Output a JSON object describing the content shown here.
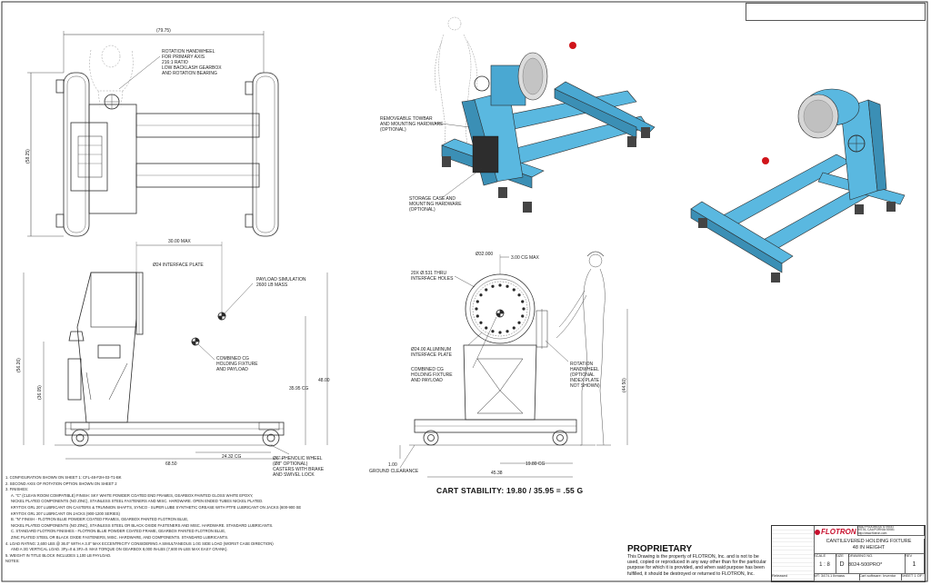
{
  "top_view": {
    "overall_width": "(79.75)",
    "overall_depth": "(58.25)",
    "handwheel_note": "ROTATION HANDWHEEL\nFOR PRIMARY AXIS\n216:1 RATIO\nLOW BACKLASH GEARBOX\nAND ROTATION BEARING"
  },
  "side_view": {
    "max_reach": "30.00 MAX",
    "interface_plate": "Ø24 INTERFACE PLATE",
    "payload_sim": "PAYLOAD SIMULATION\n2600 LB MASS",
    "combined_cg": "COMBINED CG\nHOLDING FIXTURE\nAND PAYLOAD",
    "overall_height": "(56.26)",
    "cg_height_left": "(36.05)",
    "cg_height": "35.95 CG",
    "height_48": "48.00",
    "length": "68.50",
    "cg_x": "24.32 CG",
    "wheel_note": "Ø6\" PHENOLIC WHEEL\n(Ø8\" OPTIONAL)\nCASTERS WITH BRAKE\nAND SWIVEL LOCK"
  },
  "front_view": {
    "plate_dia": "Ø32.000",
    "max_off": "3.00 CG MAX",
    "thru_holes": "20X Ø.531 THRU\nINTERFACE HOLES",
    "alum_plate": "Ø24.00 ALUMINUM\nINTERFACE PLATE",
    "combined_cg": "COMBINED CG\nHOLDING FIXTURE\nAND PAYLOAD",
    "handwheel_note": "ROTATION\nHANDWHEEL\n(OPTIONAL\nINDEX PLATE\nNOT SHOWN)",
    "ground_clearance_val": "1.00",
    "ground_clearance": "GROUND CLEARANCE",
    "width": "45.38",
    "half_width": "19.80 CG",
    "height": "(44.50)"
  },
  "iso_view": {
    "towbar": "REMOVEABLE TOWBAR\nAND MOUNTING HARDWARE\n(OPTIONAL)",
    "storage": "STORAGE CASE AND\nMOUNTING HARDWARE\n(OPTIONAL)"
  },
  "cart_stability": "CART STABILITY: 19.80 / 35.95 = .55 G",
  "notes": [
    "1. CONFIGURATION SHOWN ON SHEET 1: CFL-48-F2H-03-T1-BK",
    "2. SECOND AXIS OF ROTATION OPTION SHOWN ON SHEET 2",
    "3. FINISHES:",
    "A. \"C\" (CLEAN ROOM COMPATIBLE) FINISH: SKY WHITE POWDER COATED END FRAMES, GEARBOX PAINTED GLOSS WHITE EPOXY,",
    "NICKEL PLATED COMPONENTS (NO ZINC), STAINLESS STEEL FASTENERS AND MISC. HARDWARE. OPEN ENDED TUBES NICKEL PLATED.",
    "KRYTOX GRL 207 LUBRICANT ON CASTERS & TRUNNION SHAFTS, SYNCO - SUPER LUBE SYNTHETIC GREASE WITH PTFE LUBRICANT ON JACKS (600-900 SERIES),",
    "KRYTOX GRL 207 LUBRICANT ON JACKS (900-1200 SERIES)",
    "B. \"N\" FINISH - FLOTRON BLUE POWDER COATED FRAMES, GEARBOX PAINTED FLOTRON BLUE,",
    "NICKEL PLATED COMPONENTS (NO ZINC), STAINLESS STEEL OR BLACK OXIDE FASTENERS AND MISC. HARDWARE. STANDARD LUBRICANTS.",
    "C. STANDARD FLOTRON FINISHES - FLOTRON BLUE POWDER COATED FRAME, GEARBOX PAINTED FLOTRON BLUE,",
    "ZINC PLATED STEEL OR BLACK OXIDE FASTENERS, MISC. HARDWARE, AND COMPONENTS. STANDARD LUBRICANTS.",
    "4. LOAD RATING: 2,600 LBS @ 36.0\" WITH A 3.0\" MAX ECCENTRICITY CONSIDERING A SIMULTANEOUS 1.0G SIDE LOAD (WORST CASE DIRECTION)",
    "AND A 3G VERTICAL LOAD. 3Fy=0 & 3Fz=0. MAX TORQUE ON GEARBOX 8,000 IN-LBS (7,600 IN-LBS MAX EASY CRANK).",
    "5. WEIGHT IN TITLE BLOCK INCLUDES 1,100 LB PAYLOAD.",
    "NOTES:"
  ],
  "proprietary": {
    "title": "PROPRIETARY",
    "body": "This Drawing is the property of FLOTRON, Inc. and is not to be used, copied or reproduced in any way other than for the particular purpose for which it is provided, and when said purpose has been fulfilled, it should be destroyed or returned to FLOTRON, Inc."
  },
  "title_block": {
    "company": "FLOTRON",
    "address": "2630 PROGRESS STREET\nVISTA, CALIFORNIA 92081\nhttp://www.flotron.com",
    "title": "CANTILEVERED HOLDING FIXTURE",
    "subtitle": "48 IN HEIGHT",
    "scale_label": "SCALE",
    "scale": "1 : 8",
    "size_label": "SIZE",
    "size": "D",
    "dwg_label": "DRAWING NO.",
    "dwg_no": "8024-500PRO*",
    "rev_label": "REV",
    "rev": "1",
    "sheet": "SHEET 1 OF 5",
    "software": "Cart software: Inventor",
    "weight": "WT: 3474.1 lbmass",
    "material": "Released"
  },
  "colors": {
    "flotron_blue": "#5ab8e0",
    "frame_shadow": "#3b8fb5",
    "red_marker": "#d0141a",
    "line": "#2a2a2a"
  }
}
